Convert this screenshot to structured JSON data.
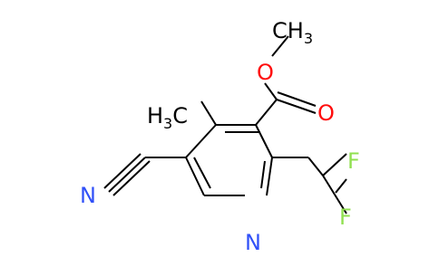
{
  "molecule": {
    "background": "#ffffff",
    "bond_color": "#000000",
    "atom_colors": {
      "O": "#ff0d0d",
      "N": "#3050f8",
      "F": "#90e050",
      "C": "#000000"
    },
    "labels": {
      "methyl_ester_c": "CH",
      "methyl_ester_c_sub": "3",
      "ether_o": "O",
      "carbonyl_o": "O",
      "methyl_c_pre": "H",
      "methyl_c_sub": "3",
      "methyl_c_post": "C",
      "nitrile_n": "N",
      "ring_n": "N",
      "fluorine_top": "F",
      "fluorine_bottom": "F"
    }
  }
}
